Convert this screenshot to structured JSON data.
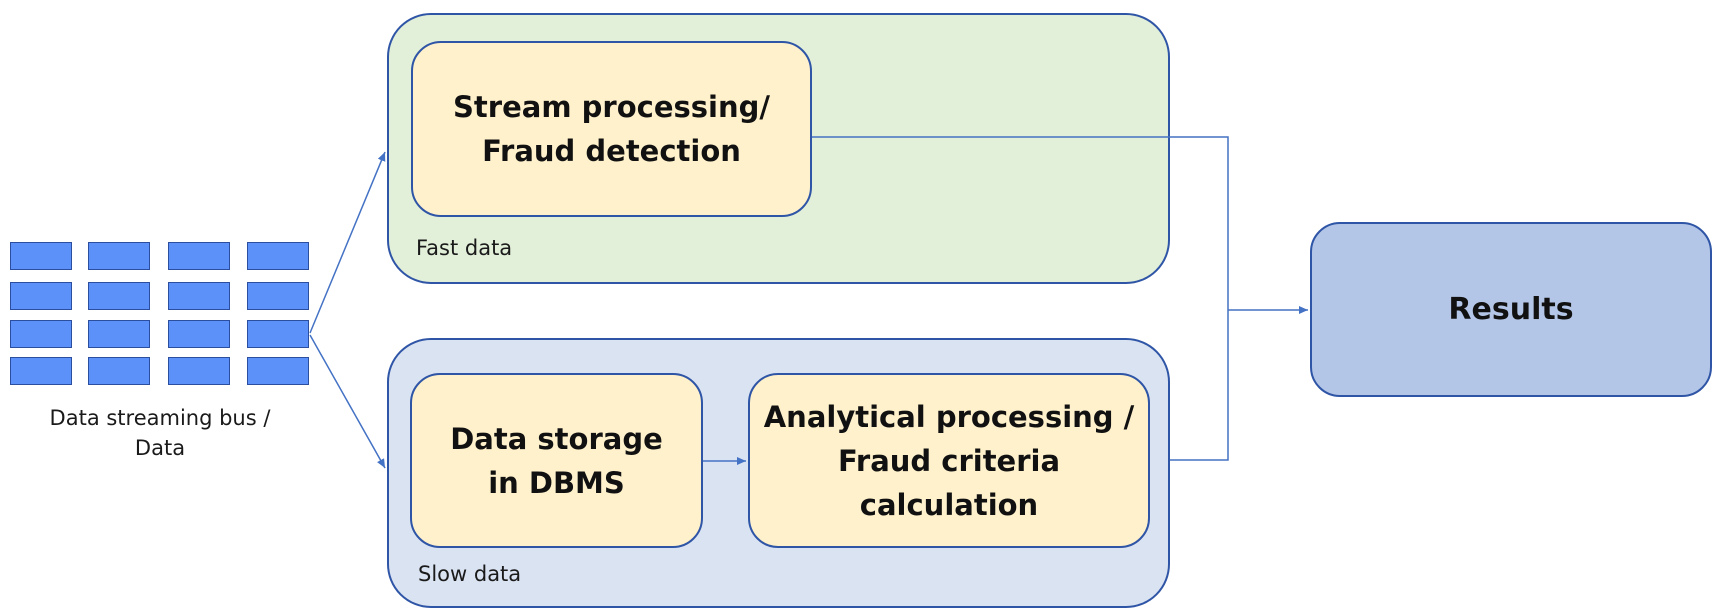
{
  "source": {
    "label": "Data streaming bus /\nData",
    "block_rows": 4,
    "block_cols": 4
  },
  "fast_group": {
    "label": "Fast data"
  },
  "slow_group": {
    "label": "Slow data"
  },
  "boxes": {
    "stream": "Stream processing/\nFraud detection",
    "storage": "Data storage\nin DBMS",
    "analytic": "Analytical processing /\nFraud criteria calculation"
  },
  "results": {
    "label": "Results"
  },
  "colors": {
    "fast_bg": "#e2efd9",
    "slow_bg": "#dae3f2",
    "box_bg": "#fef1cc",
    "results_bg": "#b4c6e7",
    "block": "#5b91f8",
    "stroke": "#2f55a6",
    "connector": "#4472c4"
  }
}
